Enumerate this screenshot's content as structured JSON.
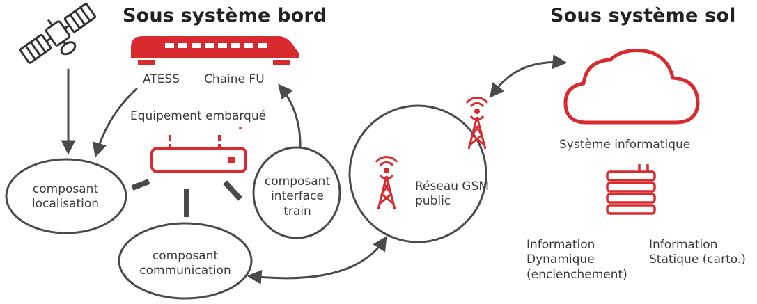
{
  "titles": {
    "onboard": "Sous système bord",
    "ground": "Sous système sol"
  },
  "train_labels": {
    "atess": "ATESS",
    "chaine_fu": "Chaine FU"
  },
  "equipment": "Equipement embarqué",
  "components": {
    "localisation": [
      "composant",
      "localisation"
    ],
    "communication": [
      "composant",
      "communication"
    ],
    "interface_train": [
      "composant",
      "interface",
      "train"
    ]
  },
  "network": [
    "Réseau GSM",
    "public"
  ],
  "system": "Système informatique",
  "info": {
    "dynamic": [
      "Information",
      "Dynamique",
      "(enclenchement)"
    ],
    "static": [
      "Information",
      "Statique (carto.)"
    ]
  },
  "colors": {
    "accent": "#d82a2f",
    "stroke": "#4a4a4a"
  },
  "icons": [
    "satellite-icon",
    "train-icon",
    "router-icon",
    "antenna-icon",
    "cloud-icon",
    "server-icon"
  ]
}
